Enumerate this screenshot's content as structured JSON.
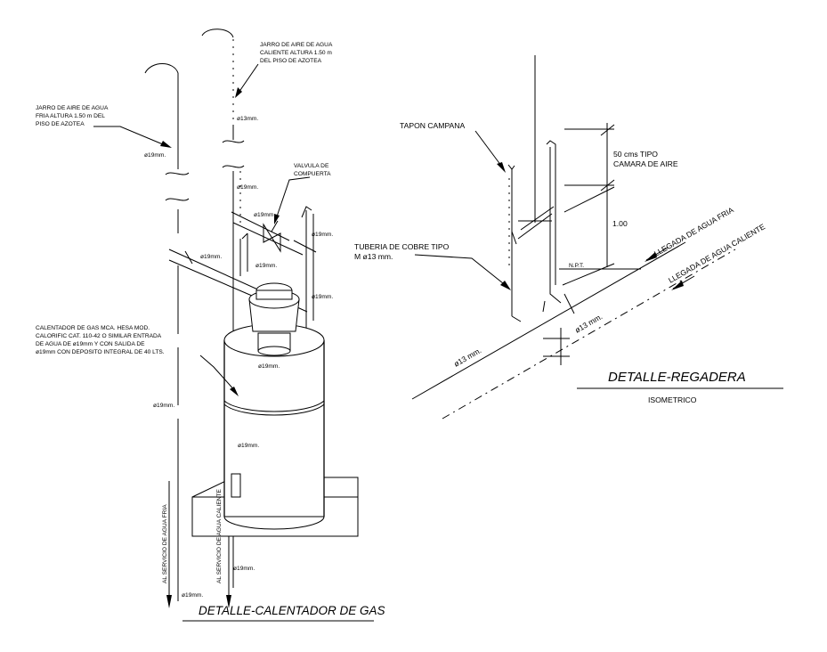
{
  "calentador": {
    "title": "DETALLE-CALENTADOR DE GAS",
    "note_jarro_fria": [
      "JARRO DE AIRE DE AGUA",
      "FRIA ALTURA 1.50 m DEL",
      "PISO DE AZOTEA"
    ],
    "note_jarro_caliente": [
      "JARRO DE AIRE DE AGUA",
      "CALIENTE ALTURA 1.50 m",
      "DEL PISO DE AZOTEA"
    ],
    "note_valvula": [
      "VALVULA DE",
      "COMPUERTA"
    ],
    "note_calentador": [
      "CALENTADOR DE GAS MCA. HESA MOD.",
      "CALORIFIC CAT. 110-42 O SIMILAR ENTRADA",
      "DE AGUA DE ø19mm Y CON SALIDA DE",
      "ø19mm CON DEPOSITO INTEGRAL DE 40 LTS."
    ],
    "dims": {
      "d19_left_upper": "ø19mm.",
      "d13_top": "ø13mm.",
      "d19_mid": "ø19mm.",
      "d19_valve": "ø19mm",
      "d19_right_a": "ø19mm.",
      "d19_horiz": "ø19mm.",
      "d19_under_valve": "ø19mm.",
      "d19_right_b": "ø19mm.",
      "d19_outlet": "ø19mm.",
      "d19_left_lower": "ø19mm.",
      "d19_body": "ø19mm.",
      "d19_base": "ø19mm.",
      "d19_bottom": "ø19mm."
    },
    "service_fria": "AL SERVICIO DE AGUA FRIA",
    "service_caliente": "AL SERVICIO DE AGUA CALIENTE"
  },
  "regadera": {
    "title": "DETALLE-REGADERA",
    "subtitle": "ISOMETRICO",
    "tapon": "TAPON CAMPANA",
    "camara": [
      "50 cms TIPO",
      "CAMARA DE AIRE"
    ],
    "dim_100": "1.00",
    "npt": "N.P.T.",
    "tuberia": [
      "TUBERIA DE COBRE TIPO",
      "M ø13 mm."
    ],
    "llegada_fria": "LLEGADA DE AGUA FRIA",
    "llegada_caliente": "LLEGADA DE AGUA CALIENTE",
    "d13_a": "ø13 mm.",
    "d13_b": "ø13 mm."
  }
}
